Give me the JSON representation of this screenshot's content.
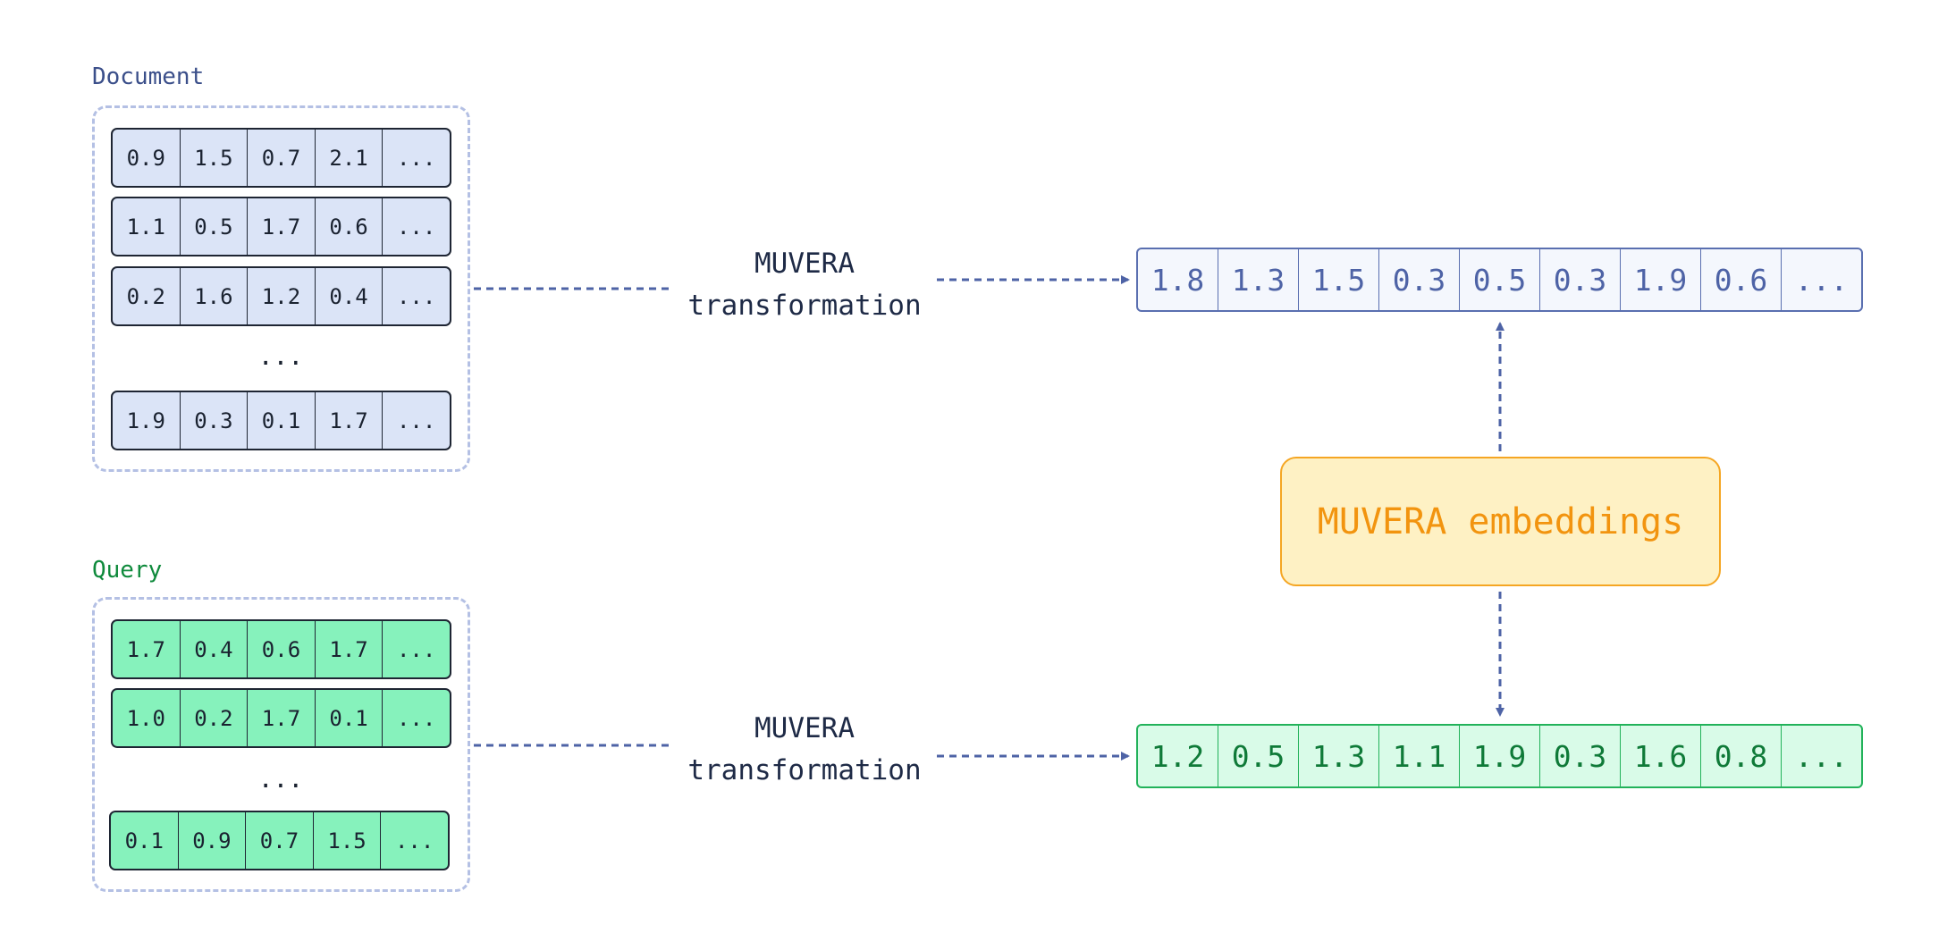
{
  "document": {
    "label": "Document",
    "rows": [
      [
        "0.9",
        "1.5",
        "0.7",
        "2.1",
        "..."
      ],
      [
        "1.1",
        "0.5",
        "1.7",
        "0.6",
        "..."
      ],
      [
        "0.2",
        "1.6",
        "1.2",
        "0.4",
        "..."
      ],
      [
        "1.9",
        "0.3",
        "0.1",
        "1.7",
        "..."
      ]
    ],
    "ellipsis": "..."
  },
  "query": {
    "label": "Query",
    "rows": [
      [
        "1.7",
        "0.4",
        "0.6",
        "1.7",
        "..."
      ],
      [
        "1.0",
        "0.2",
        "1.7",
        "0.1",
        "..."
      ],
      [
        "0.1",
        "0.9",
        "0.7",
        "1.5",
        "..."
      ]
    ],
    "ellipsis": "..."
  },
  "transform": {
    "line1": "MUVERA",
    "line2": "transformation"
  },
  "outputs": {
    "document": [
      "1.8",
      "1.3",
      "1.5",
      "0.3",
      "0.5",
      "0.3",
      "1.9",
      "0.6",
      "..."
    ],
    "query": [
      "1.2",
      "0.5",
      "1.3",
      "1.1",
      "1.9",
      "0.3",
      "1.6",
      "0.8",
      "..."
    ]
  },
  "embedding": {
    "label": "MUVERA embeddings"
  },
  "colors": {
    "document_accent": "#3b4f8a",
    "query_accent": "#0f8a3c",
    "connector": "#4e63a6",
    "embedding_accent": "#f2940f"
  }
}
